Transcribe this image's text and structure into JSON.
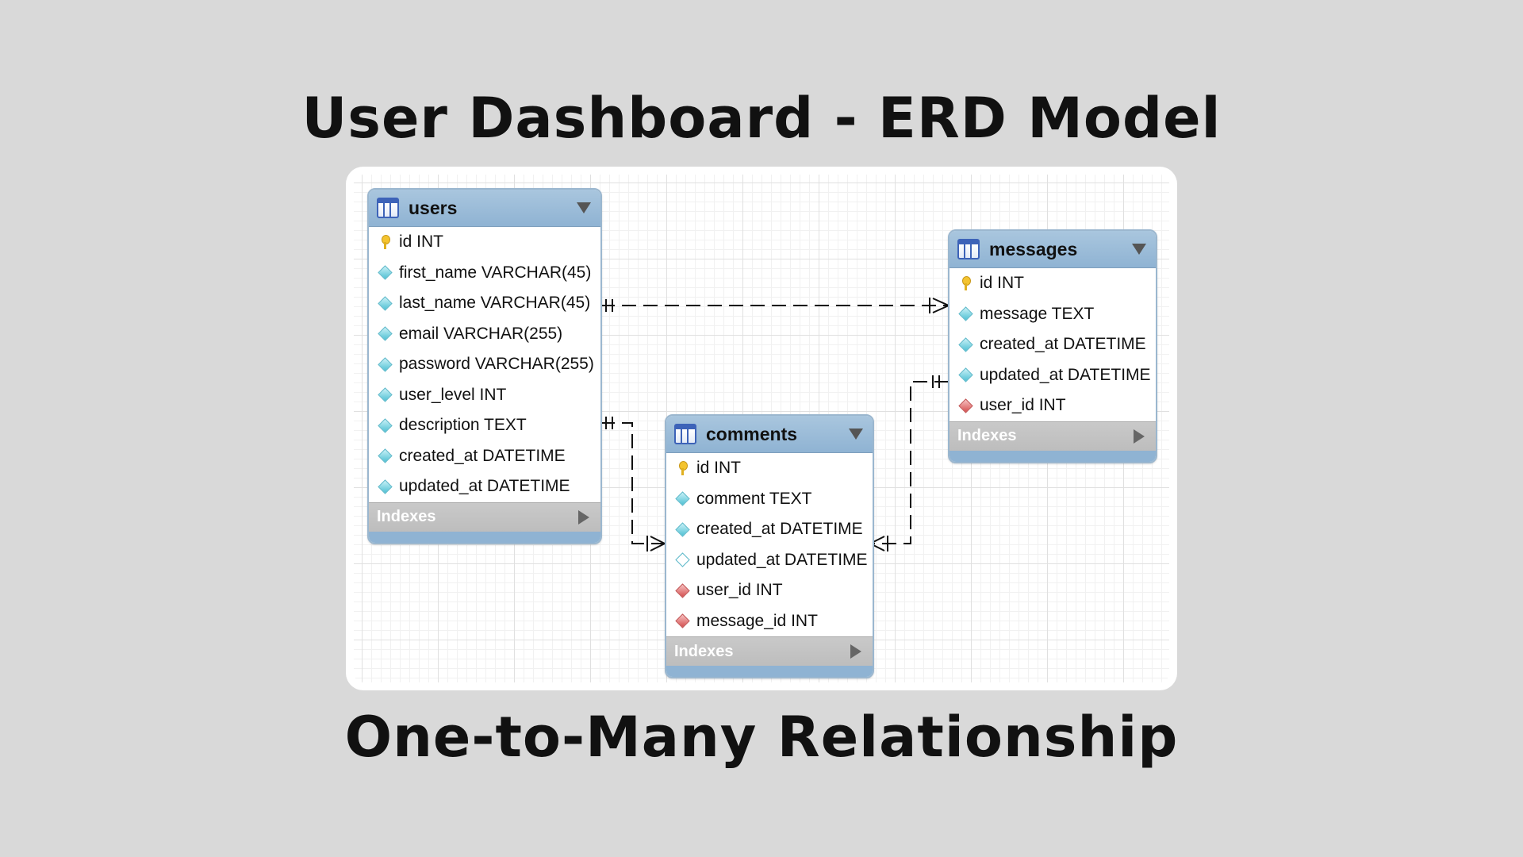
{
  "title": "User Dashboard - ERD Model",
  "subtitle": "One-to-Many Relationship",
  "indexes_label": "Indexes",
  "tables": {
    "users": {
      "name": "users",
      "columns": [
        {
          "label": "id INT",
          "kind": "pk"
        },
        {
          "label": "first_name VARCHAR(45)",
          "kind": "col"
        },
        {
          "label": "last_name VARCHAR(45)",
          "kind": "col"
        },
        {
          "label": "email VARCHAR(255)",
          "kind": "col"
        },
        {
          "label": "password VARCHAR(255)",
          "kind": "col"
        },
        {
          "label": "user_level INT",
          "kind": "col"
        },
        {
          "label": "description TEXT",
          "kind": "col"
        },
        {
          "label": "created_at DATETIME",
          "kind": "col"
        },
        {
          "label": "updated_at DATETIME",
          "kind": "col"
        }
      ]
    },
    "messages": {
      "name": "messages",
      "columns": [
        {
          "label": "id INT",
          "kind": "pk"
        },
        {
          "label": "message TEXT",
          "kind": "col"
        },
        {
          "label": "created_at DATETIME",
          "kind": "col"
        },
        {
          "label": "updated_at DATETIME",
          "kind": "col"
        },
        {
          "label": "user_id INT",
          "kind": "fk"
        }
      ]
    },
    "comments": {
      "name": "comments",
      "columns": [
        {
          "label": "id INT",
          "kind": "pk"
        },
        {
          "label": "comment TEXT",
          "kind": "col"
        },
        {
          "label": "created_at DATETIME",
          "kind": "col"
        },
        {
          "label": "updated_at DATETIME",
          "kind": "nullable"
        },
        {
          "label": "user_id INT",
          "kind": "fk"
        },
        {
          "label": "message_id INT",
          "kind": "fk"
        }
      ]
    }
  },
  "relationships": [
    {
      "from": "users",
      "to": "messages",
      "cardinality": "one-to-many"
    },
    {
      "from": "users",
      "to": "comments",
      "cardinality": "one-to-many"
    },
    {
      "from": "messages",
      "to": "comments",
      "cardinality": "one-to-many"
    }
  ],
  "colors": {
    "background": "#d9d9d9",
    "table_header": "#8fb3d3",
    "primary_key": "#f4c430",
    "column": "#4fc0d3",
    "foreign_key": "#d44f4f"
  }
}
